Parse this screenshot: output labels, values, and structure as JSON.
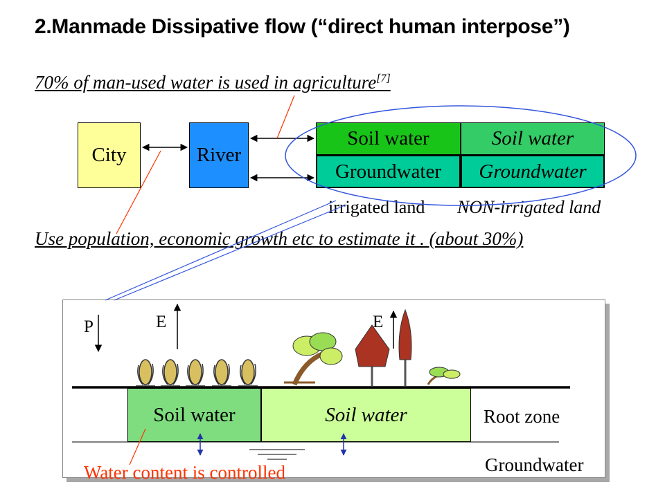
{
  "title": "2.Manmade Dissipative flow (“direct human interpose”)",
  "agri_text": "70% of man-used water is used in agriculture",
  "agri_ref": "[7]",
  "estimate_text": "Use population, economic growth etc to estimate it . (about 30%)",
  "top_diagram": {
    "city": "City",
    "river": "River",
    "soil_irrigated": "Soil water",
    "soil_non_irrigated": "Soil water",
    "ground_irrigated": "Groundwater",
    "ground_non_irrigated": "Groundwater",
    "irrigated_label": "irrigated land",
    "non_irrigated_label": "NON-irrigated land"
  },
  "bottom_diagram": {
    "p_label": "P",
    "e_label_1": "E",
    "e_label_2": "E",
    "soil_irrigated": "Soil water",
    "soil_non_irrigated": "Soil water",
    "root_zone": "Root zone",
    "groundwater": "Groundwater",
    "controlled_note": "Water content is controlled"
  },
  "colors": {
    "city": "#FFFF99",
    "river": "#1E8FFF",
    "soil_irrigated": "#19C419",
    "soil_non_irrigated": "#33CC66",
    "groundwater": "#00CC99",
    "bottom_soil_irrigated": "#7FDD7F",
    "bottom_soil_non_irrigated": "#CCFF99",
    "note_red": "#FF3300",
    "ellipse_blue": "#3355DD"
  }
}
